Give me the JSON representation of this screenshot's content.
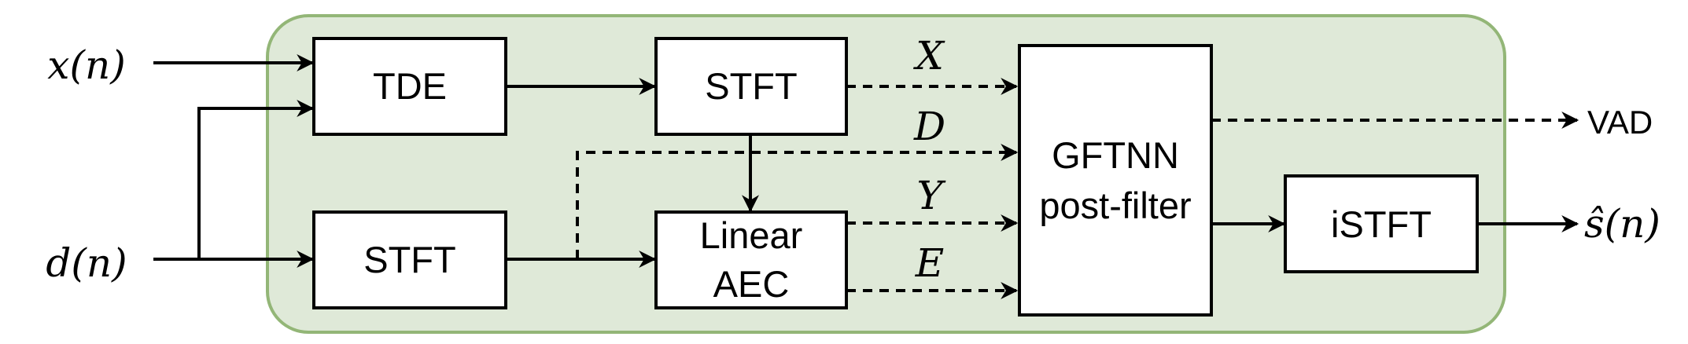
{
  "diagram": {
    "inputs": {
      "x": "x(n)",
      "d": "d(n)"
    },
    "blocks": {
      "tde": "TDE",
      "stft_top": "STFT",
      "stft_bottom": "STFT",
      "linear_aec_line1": "Linear",
      "linear_aec_line2": "AEC",
      "gftnn_line1": "GFTNN",
      "gftnn_line2": "post-filter",
      "istft": "iSTFT"
    },
    "signals": {
      "X": "X",
      "D": "D",
      "Y": "Y",
      "E": "E"
    },
    "outputs": {
      "vad": "VAD",
      "s_hat": "ŝ(n)"
    },
    "colors": {
      "background_fill": "#dfe9d8",
      "background_stroke": "#93b677",
      "line": "#000000"
    }
  }
}
